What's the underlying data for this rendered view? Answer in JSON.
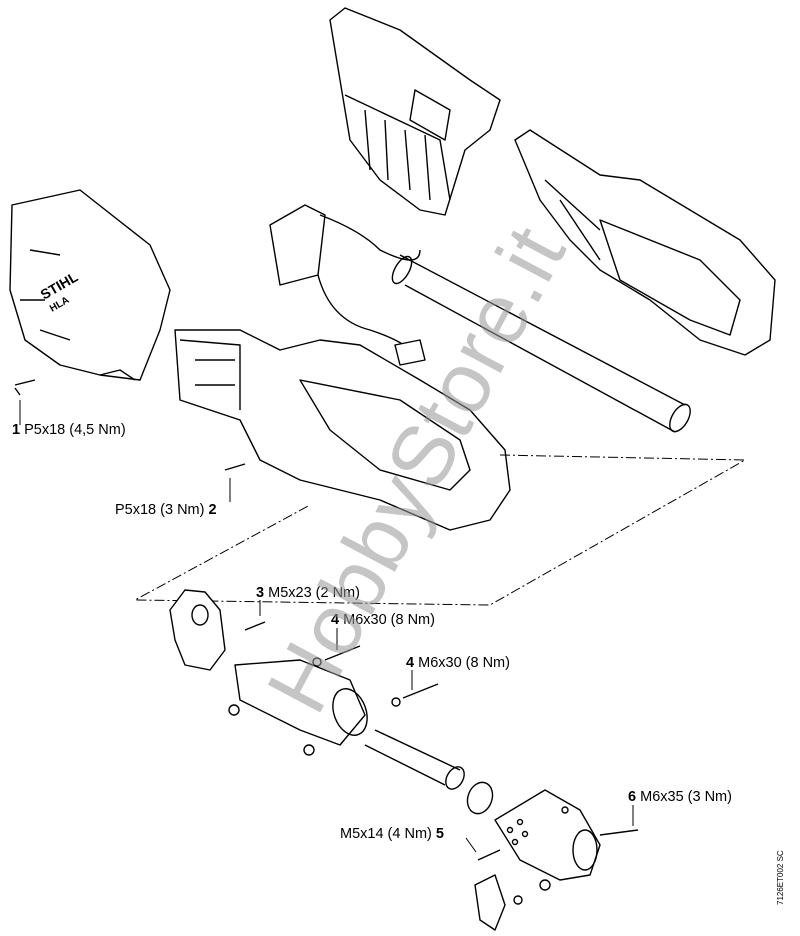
{
  "labels": [
    {
      "num": "1",
      "spec": "P5x18 (4,5 Nm)"
    },
    {
      "num": "2",
      "spec": "P5x18 (3 Nm)"
    },
    {
      "num": "3",
      "spec": "M5x23 (2 Nm)"
    },
    {
      "num": "4",
      "spec": "M6x30 (8 Nm)"
    },
    {
      "num": "4",
      "spec": "M6x30 (8 Nm)"
    },
    {
      "num": "6",
      "spec": "M6x35 (3 Nm)"
    },
    {
      "num": "5",
      "spec": "M5x14 (4 Nm)"
    }
  ],
  "logo_text": "STIHL HLA",
  "drawing_code": "7126ET002 SC",
  "watermark": "HobbyStore.it",
  "colors": {
    "line": "#000000",
    "watermark": "#969696"
  }
}
